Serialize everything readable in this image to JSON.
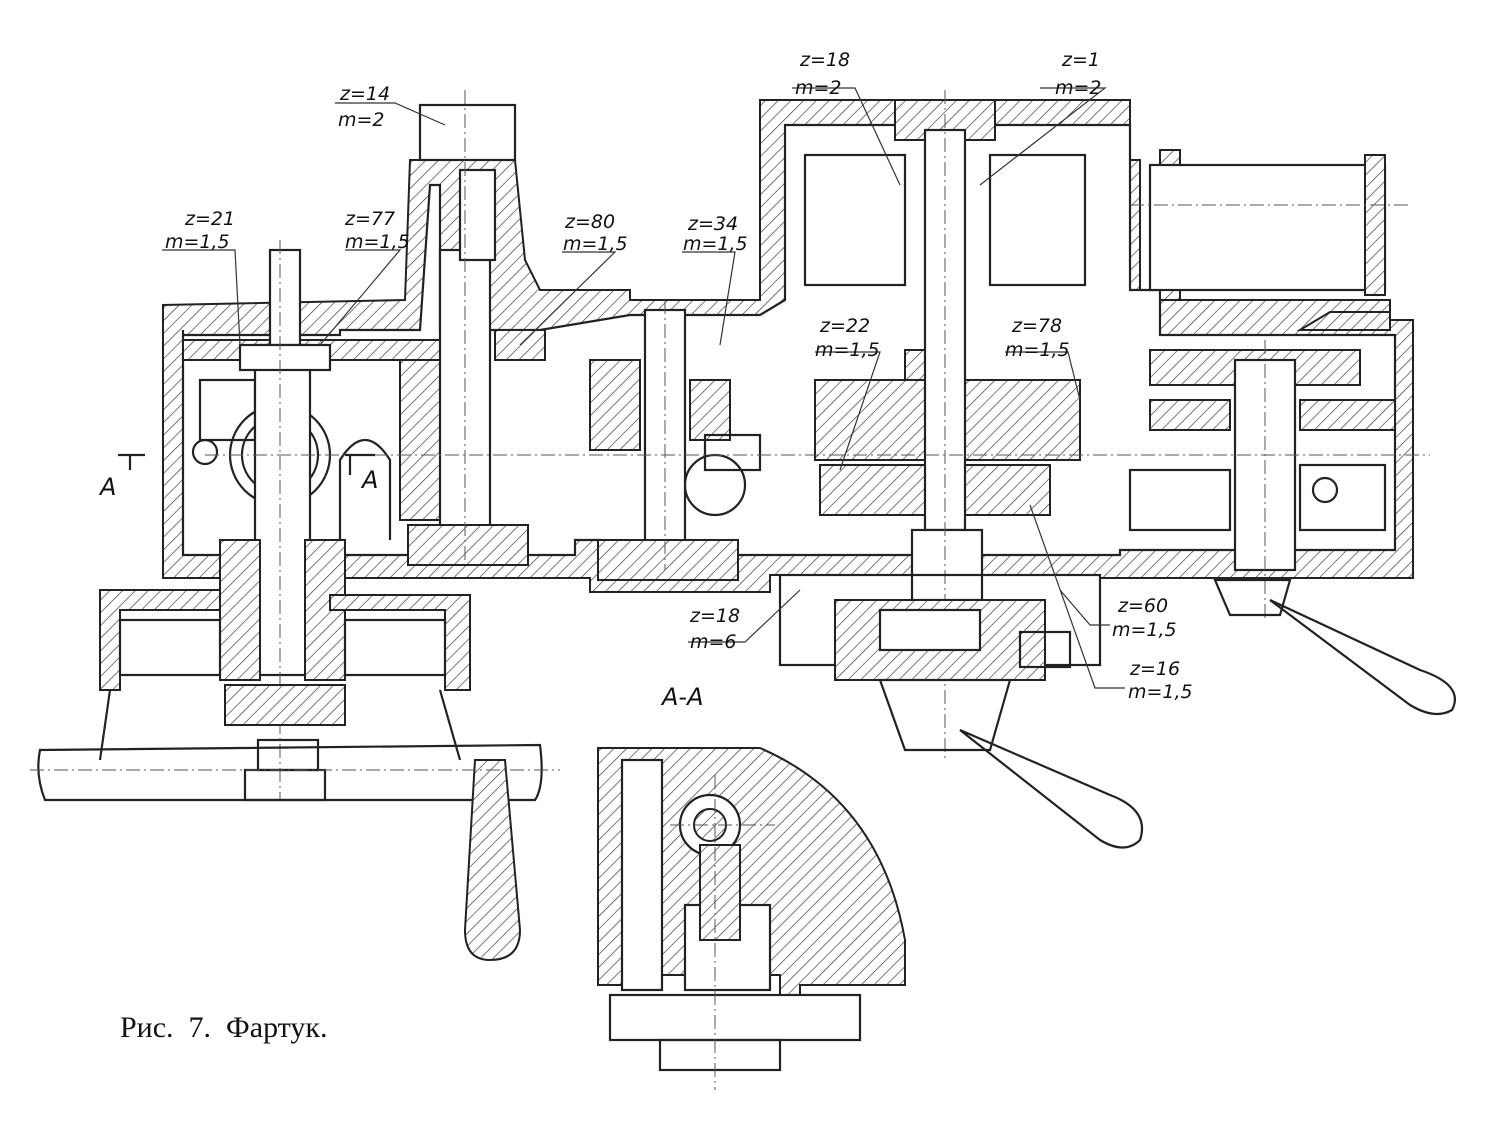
{
  "figure": {
    "caption": "Рис.  7.  Фартук.",
    "section_title": "A-A",
    "section_marks": [
      "A",
      "A"
    ]
  },
  "gear_labels": [
    {
      "z": "z=14",
      "m": "m=2"
    },
    {
      "z": "z=21",
      "m": "m=1,5"
    },
    {
      "z": "z=77",
      "m": "m=1,5"
    },
    {
      "z": "z=80",
      "m": "m=1,5"
    },
    {
      "z": "z=34",
      "m": "m=1,5"
    },
    {
      "z": "z=18",
      "m": "m=2"
    },
    {
      "z": "z=1",
      "m": "m=2"
    },
    {
      "z": "z=22",
      "m": "m=1,5"
    },
    {
      "z": "z=78",
      "m": "m=1,5"
    },
    {
      "z": "z=18",
      "m": "m=6"
    },
    {
      "z": "z=60",
      "m": "m=1,5"
    },
    {
      "z": "z=16",
      "m": "m=1,5"
    }
  ]
}
